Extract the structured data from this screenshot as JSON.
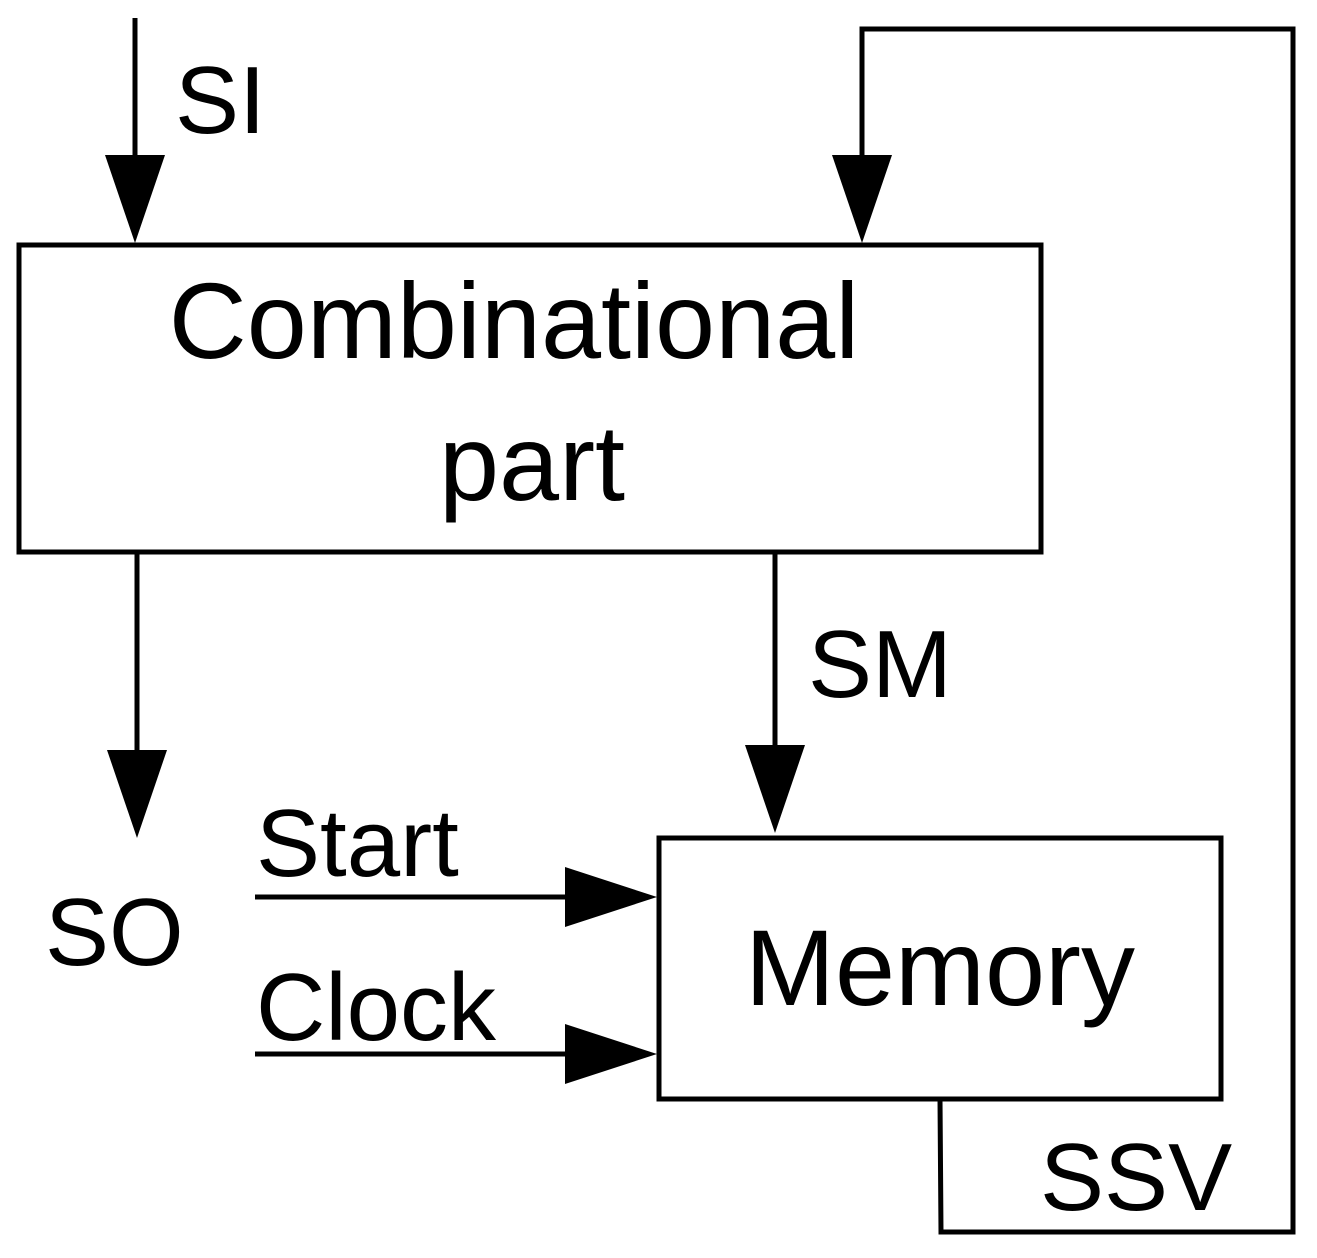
{
  "blocks": {
    "combinational": {
      "line1": "Combinational",
      "line2": "part"
    },
    "memory": {
      "label": "Memory"
    }
  },
  "signals": {
    "si": "SI",
    "sm": "SM",
    "so": "SO",
    "start": "Start",
    "clock": "Clock",
    "ssv": "SSV"
  },
  "colors": {
    "stroke": "#000000",
    "background": "#ffffff"
  }
}
